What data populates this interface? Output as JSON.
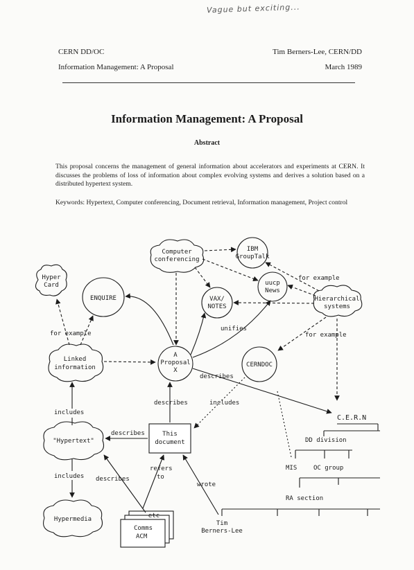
{
  "annotation": "Vague but exciting...",
  "header": {
    "left_line1": "CERN DD/OC",
    "left_line2": "Information Management: A Proposal",
    "right_line1": "Tim Berners-Lee, CERN/DD",
    "right_line2": "March 1989"
  },
  "title": "Information Management: A Proposal",
  "abstract_heading": "Abstract",
  "abstract_text": "This proposal concerns the management of general information about accelerators and experiments at CERN. It discusses the problems of loss of information about complex evolving systems and derives a solution based on a distributed hypertext system.",
  "keywords_text": "Keywords: Hypertext, Computer conferencing, Document retrieval, Information management, Project control",
  "diagram": {
    "nodes": {
      "hypercard_1": "Hyper",
      "hypercard_2": "Card",
      "enquire": "ENQUIRE",
      "conf_1": "Computer",
      "conf_2": "conferencing",
      "ibm_1": "IBM",
      "ibm_2": "GroupTalk",
      "uucp_1": "uucp",
      "uucp_2": "News",
      "vax_1": "VAX/",
      "vax_2": "NOTES",
      "hier_1": "Hierarchical",
      "hier_2": "systems",
      "linked_1": "Linked",
      "linked_2": "information",
      "proposal_1": "A",
      "proposal_2": "Proposal",
      "proposal_3": "X",
      "cerndoc": "CERNDOC",
      "cern": "C.E.R.N",
      "hypertext": "\"Hypertext\"",
      "doc_1": "This",
      "doc_2": "document",
      "dd": "DD division",
      "mis": "MIS",
      "oc": "OC group",
      "ra": "RA section",
      "hypermedia": "Hypermedia",
      "etc": "etc",
      "comms_1": "Comms",
      "comms_2": "ACM",
      "tim_1": "Tim",
      "tim_2": "Berners-Lee"
    },
    "labels": {
      "for_example_left": "for example",
      "for_example_top": "for example",
      "for_example_right": "for example",
      "unifies": "unifies",
      "describes_1": "describes",
      "describes_2": "describes",
      "describes_3": "describes",
      "describes_4": "describes",
      "includes_1": "includes",
      "includes_2": "includes",
      "includes_3": "includes",
      "refers_1": "refers",
      "refers_2": "to",
      "wrote": "wrote"
    }
  }
}
